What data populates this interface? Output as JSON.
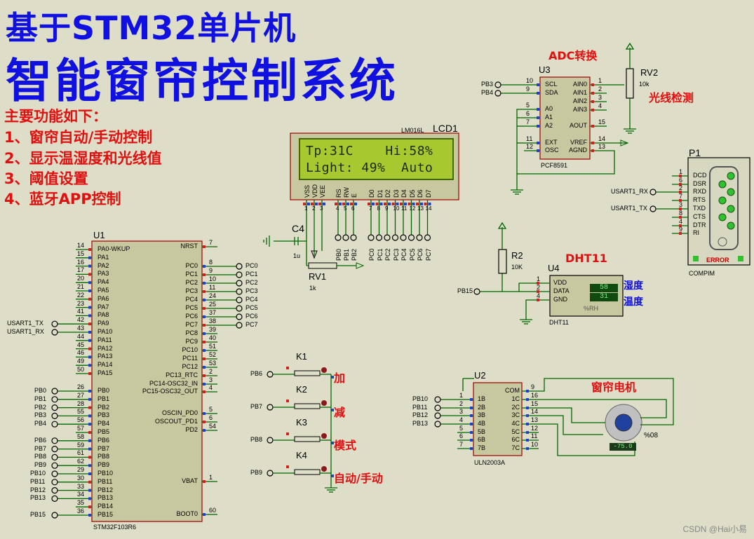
{
  "title": {
    "line1": "基于STM32单片机",
    "line2": "智能窗帘控制系统"
  },
  "features": [
    "主要功能如下：",
    "1、窗帘自动/手动控制",
    "2、显示温湿度和光线值",
    "3、阈值设置",
    "4、蓝牙APP控制"
  ],
  "lcd": {
    "ref": "LCD1",
    "part": "LM016L",
    "line1": "Tp:31C    Hi:58%",
    "line2": "Light: 49%  Auto"
  },
  "lcd_pins": [
    "VSS",
    "VDD",
    "VEE",
    "RS",
    "RW",
    "E",
    "D0",
    "D1",
    "D2",
    "D3",
    "D4",
    "D5",
    "D6",
    "D7"
  ],
  "lcd_pin_numbers": [
    "1",
    "2",
    "3",
    "4",
    "5",
    "6",
    "7",
    "8",
    "9",
    "10",
    "11",
    "12",
    "13",
    "14"
  ],
  "lcd_nets": [
    "PB0",
    "PB1",
    "PB2",
    "PC0",
    "PC1",
    "PC2",
    "PC3",
    "PC4",
    "PC5",
    "PC6",
    "PC7"
  ],
  "mcu": {
    "ref": "U1",
    "part": "STM32F103R6",
    "left_pins": [
      {
        "num": "14",
        "name": "PA0-WKUP"
      },
      {
        "num": "15",
        "name": "PA1"
      },
      {
        "num": "16",
        "name": "PA2"
      },
      {
        "num": "17",
        "name": "PA3"
      },
      {
        "num": "20",
        "name": "PA4"
      },
      {
        "num": "21",
        "name": "PA5"
      },
      {
        "num": "22",
        "name": "PA6"
      },
      {
        "num": "23",
        "name": "PA7"
      },
      {
        "num": "41",
        "name": "PA8"
      },
      {
        "num": "42",
        "name": "PA9"
      },
      {
        "num": "43",
        "name": "PA10"
      },
      {
        "num": "44",
        "name": "PA11"
      },
      {
        "num": "45",
        "name": "PA12"
      },
      {
        "num": "46",
        "name": "PA13"
      },
      {
        "num": "49",
        "name": "PA14"
      },
      {
        "num": "50",
        "name": "PA15"
      },
      {
        "num": "26",
        "name": "PB0"
      },
      {
        "num": "27",
        "name": "PB1"
      },
      {
        "num": "28",
        "name": "PB2"
      },
      {
        "num": "55",
        "name": "PB3"
      },
      {
        "num": "56",
        "name": "PB4"
      },
      {
        "num": "57",
        "name": "PB5"
      },
      {
        "num": "58",
        "name": "PB6"
      },
      {
        "num": "59",
        "name": "PB7"
      },
      {
        "num": "61",
        "name": "PB8"
      },
      {
        "num": "62",
        "name": "PB9"
      },
      {
        "num": "29",
        "name": "PB10"
      },
      {
        "num": "30",
        "name": "PB11"
      },
      {
        "num": "33",
        "name": "PB12"
      },
      {
        "num": "34",
        "name": "PB13"
      },
      {
        "num": "35",
        "name": "PB14"
      },
      {
        "num": "36",
        "name": "PB15"
      }
    ],
    "right_pins": [
      {
        "num": "7",
        "name": "NRST"
      },
      {
        "num": "8",
        "name": "PC0"
      },
      {
        "num": "9",
        "name": "PC1"
      },
      {
        "num": "10",
        "name": "PC2"
      },
      {
        "num": "11",
        "name": "PC3"
      },
      {
        "num": "24",
        "name": "PC4"
      },
      {
        "num": "25",
        "name": "PC5"
      },
      {
        "num": "37",
        "name": "PC6"
      },
      {
        "num": "38",
        "name": "PC7"
      },
      {
        "num": "39",
        "name": "PC8"
      },
      {
        "num": "40",
        "name": "PC9"
      },
      {
        "num": "51",
        "name": "PC10"
      },
      {
        "num": "52",
        "name": "PC11"
      },
      {
        "num": "53",
        "name": "PC12"
      },
      {
        "num": "2",
        "name": "PC13_RTC"
      },
      {
        "num": "3",
        "name": "PC14-OSC32_IN"
      },
      {
        "num": "4",
        "name": "PC15-OSC32_OUT"
      },
      {
        "num": "5",
        "name": "OSCIN_PD0"
      },
      {
        "num": "6",
        "name": "OSCOUT_PD1"
      },
      {
        "num": "54",
        "name": "PD2"
      },
      {
        "num": "1",
        "name": "VBAT"
      },
      {
        "num": "60",
        "name": "BOOT0"
      }
    ],
    "left_nets": [
      {
        "pin": "PA9",
        "label": "USART1_TX"
      },
      {
        "pin": "PA10",
        "label": "USART1_RX"
      },
      {
        "pin": "PB0",
        "label": "PB0"
      },
      {
        "pin": "PB1",
        "label": "PB1"
      },
      {
        "pin": "PB2",
        "label": "PB2"
      },
      {
        "pin": "PB3",
        "label": "PB3"
      },
      {
        "pin": "PB4",
        "label": "PB4"
      },
      {
        "pin": "PB6",
        "label": "PB6"
      },
      {
        "pin": "PB7",
        "label": "PB7"
      },
      {
        "pin": "PB8",
        "label": "PB8"
      },
      {
        "pin": "PB9",
        "label": "PB9"
      },
      {
        "pin": "PB10",
        "label": "PB10"
      },
      {
        "pin": "PB11",
        "label": "PB11"
      },
      {
        "pin": "PB12",
        "label": "PB12"
      },
      {
        "pin": "PB13",
        "label": "PB13"
      },
      {
        "pin": "PB15",
        "label": "PB15"
      }
    ],
    "right_nets": [
      "PC0",
      "PC1",
      "PC2",
      "PC3",
      "PC4",
      "PC5",
      "PC6",
      "PC7"
    ]
  },
  "adc": {
    "heading": "ADC转换",
    "ref": "U3",
    "part": "PCF8591",
    "left_pins": [
      {
        "num": "10",
        "name": "SCL"
      },
      {
        "num": "9",
        "name": "SDA"
      },
      {
        "num": "5",
        "name": "A0"
      },
      {
        "num": "6",
        "name": "A1"
      },
      {
        "num": "7",
        "name": "A2"
      },
      {
        "num": "11",
        "name": "EXT"
      },
      {
        "num": "12",
        "name": "OSC"
      }
    ],
    "right_pins": [
      {
        "num": "1",
        "name": "AIN0"
      },
      {
        "num": "2",
        "name": "AIN1"
      },
      {
        "num": "3",
        "name": "AIN2"
      },
      {
        "num": "4",
        "name": "AIN3"
      },
      {
        "num": "15",
        "name": "AOUT"
      },
      {
        "num": "14",
        "name": "VREF"
      },
      {
        "num": "13",
        "name": "AGND"
      }
    ],
    "nets": [
      "PB3",
      "PB4"
    ]
  },
  "rv2": {
    "ref": "RV2",
    "value": "10k",
    "label": "光线检测"
  },
  "compim": {
    "ref": "P1",
    "part": "COMPIM",
    "status": "ERROR",
    "pins": [
      {
        "num": "1",
        "name": "DCD"
      },
      {
        "num": "6",
        "name": "DSR"
      },
      {
        "num": "2",
        "name": "RXD"
      },
      {
        "num": "7",
        "name": "RTS"
      },
      {
        "num": "3",
        "name": "TXD"
      },
      {
        "num": "8",
        "name": "CTS"
      },
      {
        "num": "4",
        "name": "DTR"
      },
      {
        "num": "9",
        "name": "RI"
      }
    ],
    "nets": [
      "USART1_RX",
      "USART1_TX"
    ]
  },
  "dht": {
    "heading": "DHT11",
    "ref": "U4",
    "part": "DHT11",
    "pins": [
      {
        "num": "1",
        "name": "VDD"
      },
      {
        "num": "2",
        "name": "DATA"
      },
      {
        "num": "4",
        "name": "GND"
      }
    ],
    "humidity": "58",
    "temperature": "31",
    "rh_label": "%RH",
    "net": "PB15",
    "label_humidity": "湿度",
    "label_temperature": "温度"
  },
  "r2": {
    "ref": "R2",
    "value": "10K"
  },
  "c4": {
    "ref": "C4",
    "value": "1u"
  },
  "rv1": {
    "ref": "RV1",
    "value": "1k"
  },
  "pot_percent": "%08",
  "keys": [
    {
      "ref": "K1",
      "net": "PB6",
      "label": "加"
    },
    {
      "ref": "K2",
      "net": "PB7",
      "label": "减"
    },
    {
      "ref": "K3",
      "net": "PB8",
      "label": "模式"
    },
    {
      "ref": "K4",
      "net": "PB9",
      "label": "自动/手动"
    }
  ],
  "uln": {
    "ref": "U2",
    "part": "ULN2003A",
    "left_pins": [
      {
        "num": "1",
        "name": "1B"
      },
      {
        "num": "2",
        "name": "2B"
      },
      {
        "num": "3",
        "name": "3B"
      },
      {
        "num": "4",
        "name": "4B"
      },
      {
        "num": "5",
        "name": "5B"
      },
      {
        "num": "6",
        "name": "6B"
      },
      {
        "num": "7",
        "name": "7B"
      }
    ],
    "right_pins": [
      {
        "num": "9",
        "name": "COM"
      },
      {
        "num": "16",
        "name": "1C"
      },
      {
        "num": "15",
        "name": "2C"
      },
      {
        "num": "14",
        "name": "3C"
      },
      {
        "num": "13",
        "name": "4C"
      },
      {
        "num": "12",
        "name": "5C"
      },
      {
        "num": "11",
        "name": "6C"
      },
      {
        "num": "10",
        "name": "7C"
      }
    ],
    "nets": [
      "PB10",
      "PB11",
      "PB12",
      "PB13"
    ]
  },
  "motor": {
    "label": "窗帘电机",
    "readout": "-75.0"
  },
  "watermark": "CSDN @Hai小易",
  "colors": {
    "wire": "#006600",
    "body": "#c8c8a0",
    "body_border": "#990000",
    "title": "#1010e0",
    "accent": "#e01010"
  }
}
